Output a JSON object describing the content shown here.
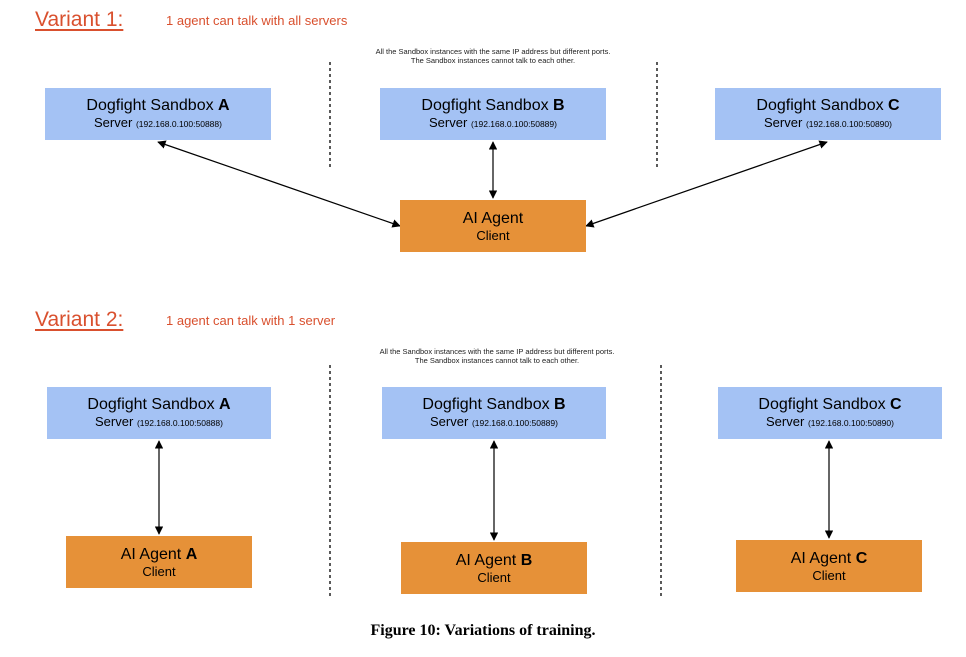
{
  "variants": [
    {
      "title": "Variant 1:",
      "subtitle": "1 agent can talk with all servers",
      "note_line1": "All the Sandbox instances with the same IP address but different ports.",
      "note_line2": "The Sandbox instances cannot talk to each other.",
      "servers": [
        {
          "name": "Dogfight Sandbox",
          "letter": "A",
          "role": "Server",
          "address": "(192.168.0.100:50888)"
        },
        {
          "name": "Dogfight Sandbox",
          "letter": "B",
          "role": "Server",
          "address": "(192.168.0.100:50889)"
        },
        {
          "name": "Dogfight Sandbox",
          "letter": "C",
          "role": "Server",
          "address": "(192.168.0.100:50890)"
        }
      ],
      "agents": [
        {
          "name": "AI Agent",
          "letter": "",
          "role": "Client"
        }
      ]
    },
    {
      "title": "Variant 2:",
      "subtitle": "1 agent can talk with 1 server",
      "note_line1": "All the Sandbox instances with the same IP address but different ports.",
      "note_line2": "The Sandbox instances cannot talk to each other.",
      "servers": [
        {
          "name": "Dogfight Sandbox",
          "letter": "A",
          "role": "Server",
          "address": "(192.168.0.100:50888)"
        },
        {
          "name": "Dogfight Sandbox",
          "letter": "B",
          "role": "Server",
          "address": "(192.168.0.100:50889)"
        },
        {
          "name": "Dogfight Sandbox",
          "letter": "C",
          "role": "Server",
          "address": "(192.168.0.100:50890)"
        }
      ],
      "agents": [
        {
          "name": "AI Agent",
          "letter": "A",
          "role": "Client"
        },
        {
          "name": "AI Agent",
          "letter": "B",
          "role": "Client"
        },
        {
          "name": "AI Agent",
          "letter": "C",
          "role": "Client"
        }
      ]
    }
  ],
  "caption": "Figure 10: Variations of training.",
  "colors": {
    "accent": "#d9502e",
    "server_fill": "#a4c2f4",
    "agent_fill": "#e69138"
  }
}
